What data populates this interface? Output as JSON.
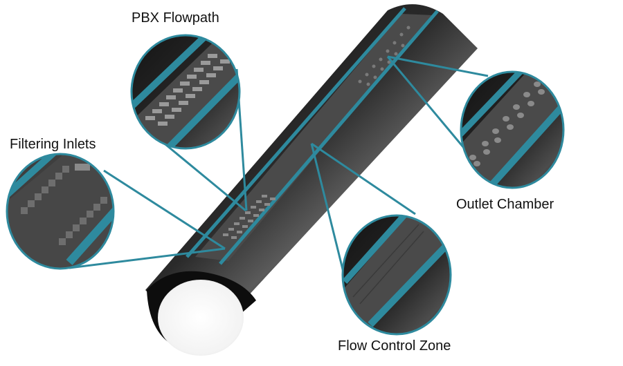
{
  "diagram": {
    "subject": "drip-tube-emitter",
    "colors": {
      "accent": "#2E8A9E",
      "tube": "#1b1b1b",
      "channel": "#4a4a4a",
      "teeth": "#8a8a8a",
      "background": "#ffffff"
    },
    "callouts": [
      {
        "id": "pbx-flowpath",
        "label": "PBX Flowpath"
      },
      {
        "id": "filtering-inlets",
        "label": "Filtering Inlets"
      },
      {
        "id": "outlet-chamber",
        "label": "Outlet Chamber"
      },
      {
        "id": "flow-control-zone",
        "label": "Flow Control Zone"
      }
    ]
  }
}
